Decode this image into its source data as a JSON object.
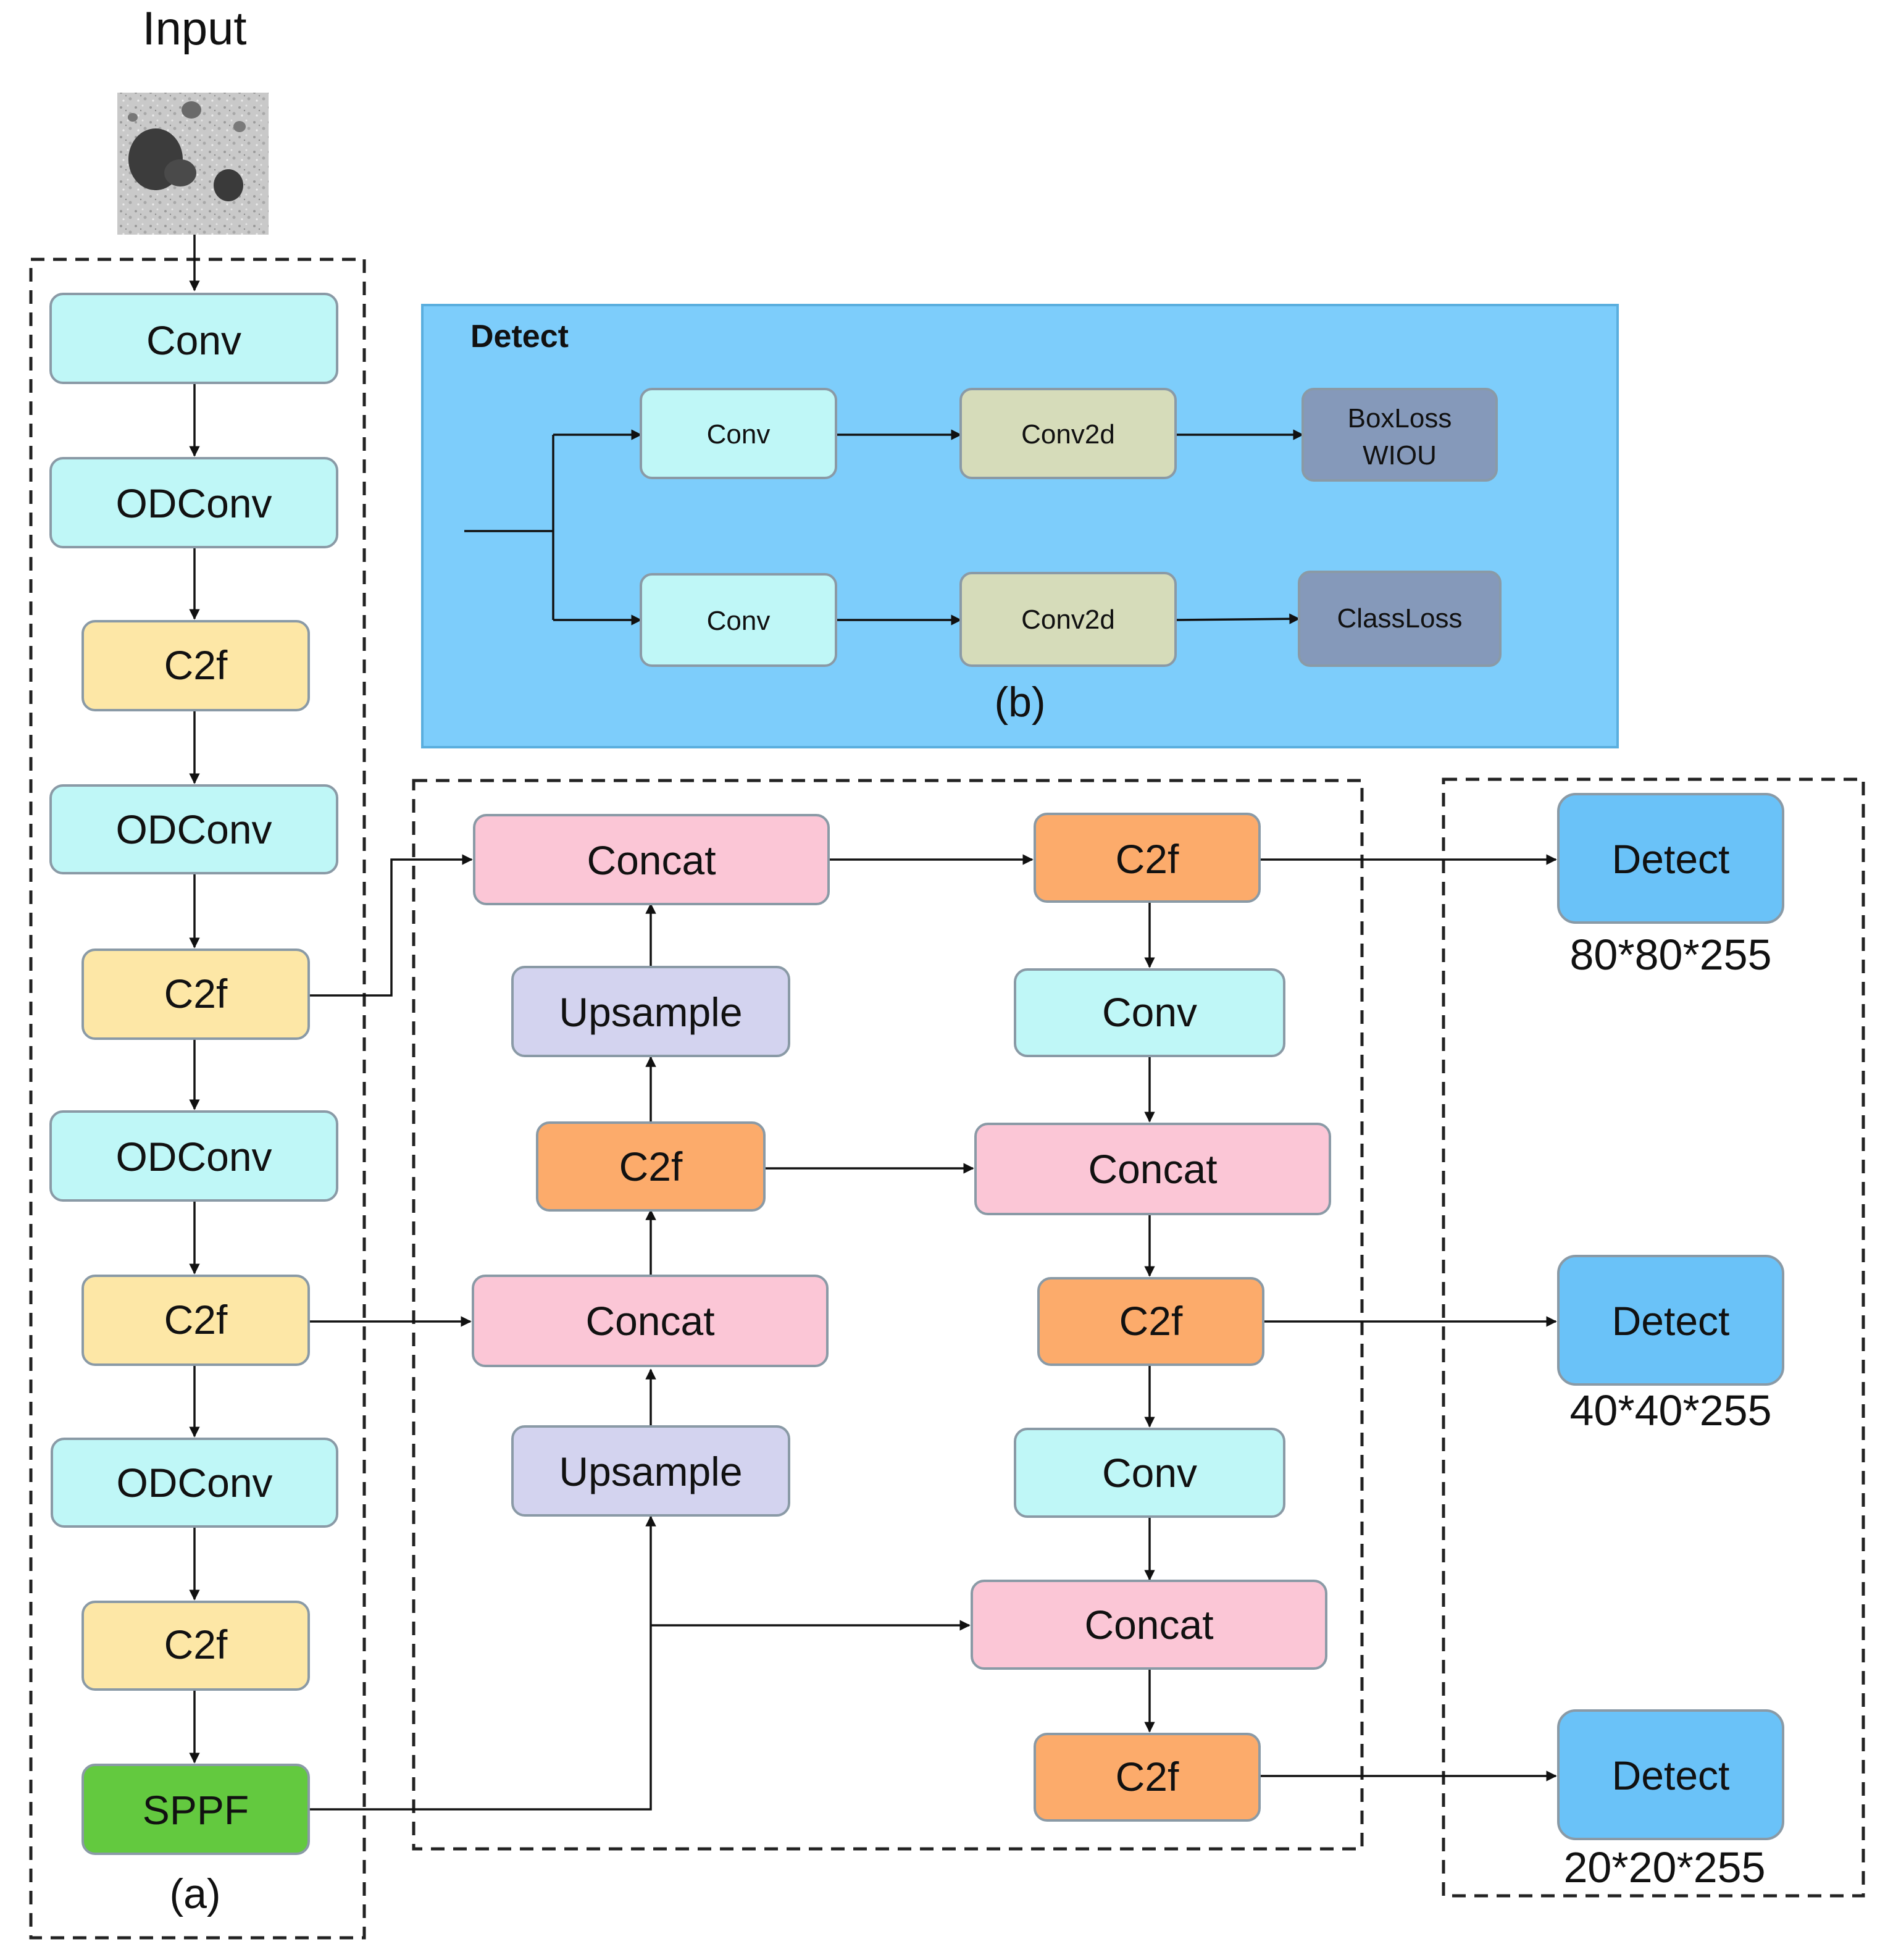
{
  "input": {
    "label": "Input",
    "image_alt": "input image"
  },
  "backbone": {
    "caption": "(a)",
    "nodes": {
      "conv": "Conv",
      "odconv1": "ODConv",
      "c2f1": "C2f",
      "odconv2": "ODConv",
      "c2f2": "C2f",
      "odconv3": "ODConv",
      "c2f3": "C2f",
      "odconv4": "ODConv",
      "c2f4": "C2f",
      "sppf": "SPPF"
    }
  },
  "detect_head": {
    "title": "Detect",
    "caption": "(b)",
    "nodes": {
      "conv_top": "Conv",
      "conv2d_top": "Conv2d",
      "boxloss_line1": "BoxLoss",
      "boxloss_line2": "WIOU",
      "conv_bottom": "Conv",
      "conv2d_bottom": "Conv2d",
      "classloss": "ClassLoss"
    }
  },
  "neck": {
    "nodes": {
      "concat_top_left": "Concat",
      "upsample_top": "Upsample",
      "c2f_mid_left": "C2f",
      "concat_mid_left": "Concat",
      "upsample_bottom": "Upsample",
      "c2f_out_top": "C2f",
      "conv_right_top": "Conv",
      "concat_right_mid": "Concat",
      "c2f_out_mid": "C2f",
      "conv_right_bottom": "Conv",
      "concat_right_bottom": "Concat",
      "c2f_out_bottom": "C2f"
    }
  },
  "outputs": {
    "detect_top": "Detect",
    "size_top": "80*80*255",
    "detect_mid": "Detect",
    "size_mid": "40*40*255",
    "detect_bottom": "Detect",
    "size_bottom": "20*20*255"
  },
  "colors": {
    "conv": "#bff7f7",
    "c2f_backbone": "#fde7a6",
    "sppf": "#63c93f",
    "concat": "#fbc6d6",
    "upsample": "#d3d3ef",
    "c2f_neck": "#fcab6b",
    "conv2d": "#d6dcba",
    "loss": "#8599ba",
    "detect_panel": "#7dcdfb",
    "detect_node": "#6ac2f8"
  }
}
